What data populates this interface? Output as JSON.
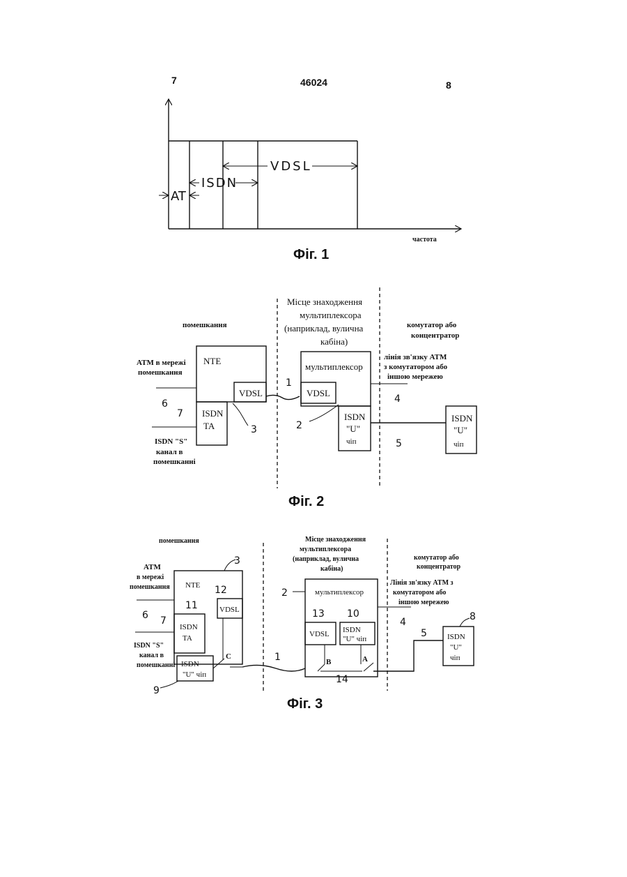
{
  "header": {
    "left_page": "7",
    "doc_number": "46024",
    "right_page": "8"
  },
  "fig1": {
    "caption": "Фіг. 1",
    "x_axis_label": "частота",
    "bands": {
      "at": "AT",
      "isdn": "ISDN",
      "vdsl": "VDSL"
    }
  },
  "fig2": {
    "caption": "Фіг. 2",
    "zone_premises": "помешкання",
    "zone_mux": [
      "Місце знаходження",
      "мультиплексора",
      "(наприклад, вулична",
      "кабіна)"
    ],
    "zone_switch": [
      "комутатор або",
      "концентратор"
    ],
    "atm_label": [
      "ATM  в мережі",
      "помешкання"
    ],
    "isdn_s_label": [
      "ISDN \"S\"",
      "канал  в",
      "помешканні"
    ],
    "line_label": [
      "лінія зв'язку ATM",
      "з комутатором або",
      "іншою мережею"
    ],
    "nte": "NTE",
    "vdsl": "VDSL",
    "isdn_ta": [
      "ISDN",
      "TA"
    ],
    "mux": "мультиплексор",
    "isdn_u": [
      "ISDN",
      "\"U\"",
      "чіп"
    ],
    "refs": {
      "r1": "1",
      "r2": "2",
      "r3": "3",
      "r4": "4",
      "r5": "5",
      "r6": "6",
      "r7": "7"
    }
  },
  "fig3": {
    "caption": "Фіг. 3",
    "zone_premises": "помешкання",
    "zone_mux": [
      "Місце знаходження",
      "мультиплексора",
      "(наприклад, вулична",
      "кабіна)"
    ],
    "zone_switch": [
      "комутатор  або",
      "концентратор"
    ],
    "atm_label": [
      "ATM",
      "в мережі",
      "помешкання"
    ],
    "isdn_s_label": [
      "ISDN \"S\"",
      "канал  в",
      "помешканні"
    ],
    "line_label": [
      "Лінія зв'язку ATM з",
      "комутатором або",
      "іншою мережею"
    ],
    "nte": "NTE",
    "vdsl": "VDSL",
    "isdn_ta": [
      "ISDN",
      "TA"
    ],
    "isdn_u_nte": [
      "ISDN",
      "\"U\" чіп"
    ],
    "mux": "мультиплексор",
    "isdn_u_mux": [
      "ISDN",
      "\"U\" чіп"
    ],
    "isdn_u_sw": [
      "ISDN",
      "\"U\"",
      "чіп"
    ],
    "switch_a": "A",
    "switch_b": "B",
    "switch_c": "C",
    "refs": {
      "r1": "1",
      "r2": "2",
      "r3": "3",
      "r4": "4",
      "r5": "5",
      "r6": "6",
      "r7": "7",
      "r8": "8",
      "r9": "9",
      "r10": "10",
      "r11": "11",
      "r12": "12",
      "r13": "13",
      "r14": "14"
    }
  }
}
